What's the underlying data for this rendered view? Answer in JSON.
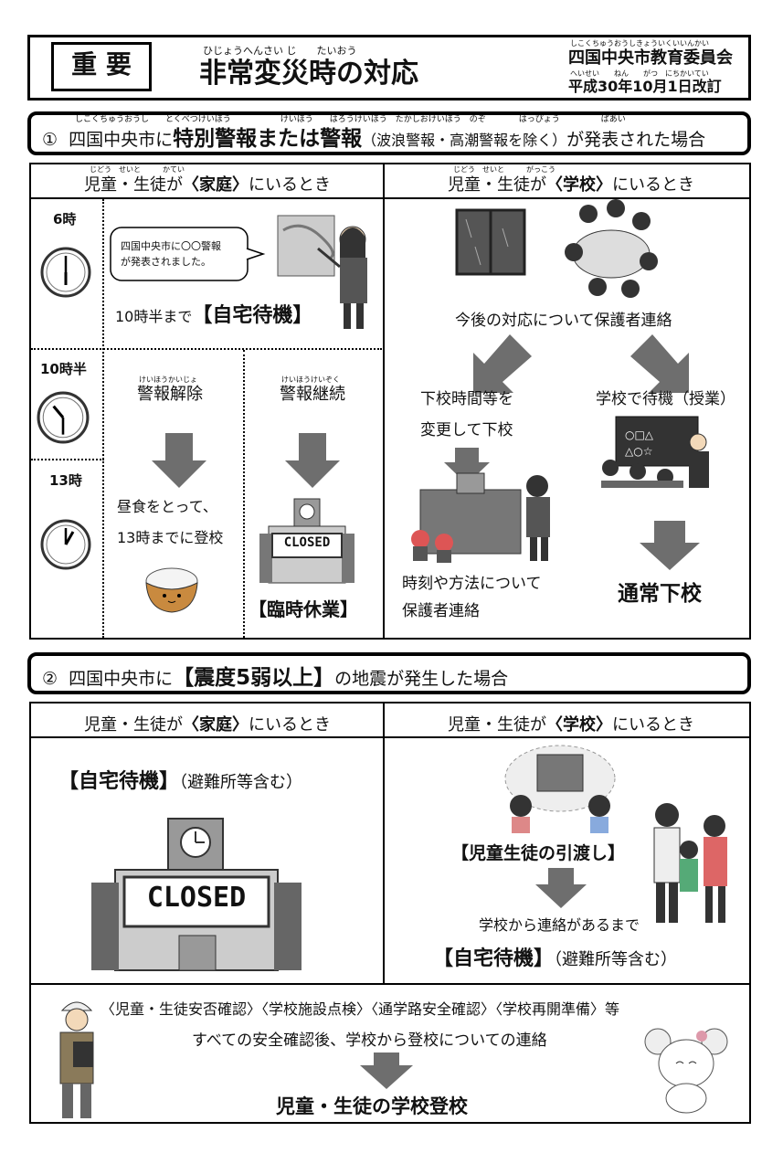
{
  "header": {
    "badge": "重 要",
    "title_ruby": "ひじょうへんさい じ　　たいおう",
    "title": "非常変災時の対応",
    "org_ruby": "しこくちゅうおうしきょういくいいんかい",
    "org": "四国中央市教育委員会",
    "date_ruby": "へいせい　　ねん　　がつ　にちかいてい",
    "date": "平成30年10月1日改訂"
  },
  "section1": {
    "ruby": "しこくちゅうおうし　　とくべつけいほう　　　　　　けいほう　　はろうけいほう　たかしおけいほう　のぞ　　　　はっぴょう　　　　　ばあい",
    "num": "①",
    "pre": "四国中央市に",
    "bold": "特別警報または警報",
    "paren": "（波浪警報・高潮警報を除く）",
    "post": "が発表された場合",
    "home_ruby": "じどう　せいと　　　かてい",
    "home_pre": "児童・生徒が",
    "home_bold": "〈家庭〉",
    "home_post": "にいるとき",
    "school_ruby": "じどう　せいと　　　がっこう",
    "school_pre": "児童・生徒が",
    "school_bold": "〈学校〉",
    "school_post": "にいるとき",
    "time1": "6時",
    "time2": "10時半",
    "time3": "13時",
    "bubble": "四国中央市に〇〇警報\nが発表されました。",
    "wait_pre": "10時半まで",
    "wait_bold": "【自宅待機】",
    "lift_ruby": "けいほうかいじょ",
    "lift": "警報解除",
    "cont_ruby": "けいほうけいぞく",
    "cont": "警報継続",
    "lunch1": "昼食をとって、",
    "lunch2": "13時までに登校",
    "closed": "CLOSED",
    "temp_close": "【臨時休業】",
    "contact": "今後の対応について保護者連絡",
    "change1": "下校時間等を",
    "change2": "変更して下校",
    "wait_school": "学校で待機（授業）",
    "method1": "時刻や方法について",
    "method2": "保護者連絡",
    "normal": "通常下校"
  },
  "section2": {
    "num": "②",
    "pre": "四国中央市に",
    "bold": "【震度5弱以上】",
    "post": "の地震が発生した場合",
    "home_pre": "児童・生徒が",
    "home_bold": "〈家庭〉",
    "home_post": "にいるとき",
    "school_pre": "児童・生徒が",
    "school_bold": "〈学校〉",
    "school_post": "にいるとき",
    "home_wait_bold": "【自宅待機】",
    "home_wait_rest": "（避難所等含む）",
    "closed": "CLOSED",
    "handover": "【児童生徒の引渡し】",
    "until": "学校から連絡があるまで",
    "school_wait_bold": "【自宅待機】",
    "school_wait_rest": "（避難所等含む）",
    "checks": "〈児童・生徒安否確認〉〈学校施設点検〉〈通学路安全確認〉〈学校再開準備〉等",
    "after": "すべての安全確認後、学校から登校についての連絡",
    "final": "児童・生徒の学校登校"
  },
  "colors": {
    "arrow": "#6e6e6e",
    "line": "#000000"
  }
}
